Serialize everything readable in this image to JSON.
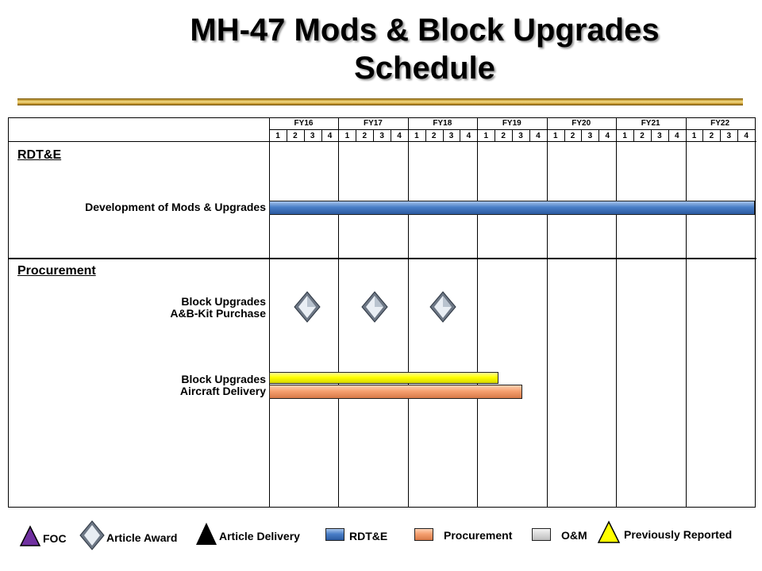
{
  "title": {
    "line1": "MH-47 Mods & Block Upgrades",
    "line2": "Schedule"
  },
  "fiscal_years": [
    "FY16",
    "FY17",
    "FY18",
    "FY19",
    "FY20",
    "FY21",
    "FY22"
  ],
  "quarters": [
    "1",
    "2",
    "3",
    "4"
  ],
  "sections": [
    {
      "label": "RDT&E"
    },
    {
      "label": "Procurement"
    }
  ],
  "rows": {
    "development": {
      "label": "Development of Mods & Upgrades",
      "start": 0.0,
      "end": 28.0,
      "type": "RDT&E"
    },
    "kit_purchase": {
      "line1": "Block Upgrades",
      "line2": "A&B-Kit Purchase",
      "awards_at_quarter": [
        2.2,
        6.1,
        10.0
      ]
    },
    "aircraft_delivery": {
      "line1": "Block Upgrades",
      "line2": "Aircraft Delivery",
      "bars": [
        {
          "type": "Previously Reported",
          "start": 0.0,
          "end": 13.2
        },
        {
          "type": "Procurement",
          "start": 0.0,
          "end": 14.6
        }
      ]
    }
  },
  "legend": {
    "foc": "FOC",
    "article_award": "Article Award",
    "article_delivery": "Article Delivery",
    "rdte": "RDT&E",
    "procurement": "Procurement",
    "om": "O&M",
    "previously_reported": "Previously Reported"
  },
  "colors": {
    "rdte": "#4a7fc8",
    "procurement": "#f5a070",
    "previously_reported": "#ffff00",
    "om": "#c8c8c8",
    "foc": "#7030a0",
    "gold_rule": "#d6b04a"
  }
}
